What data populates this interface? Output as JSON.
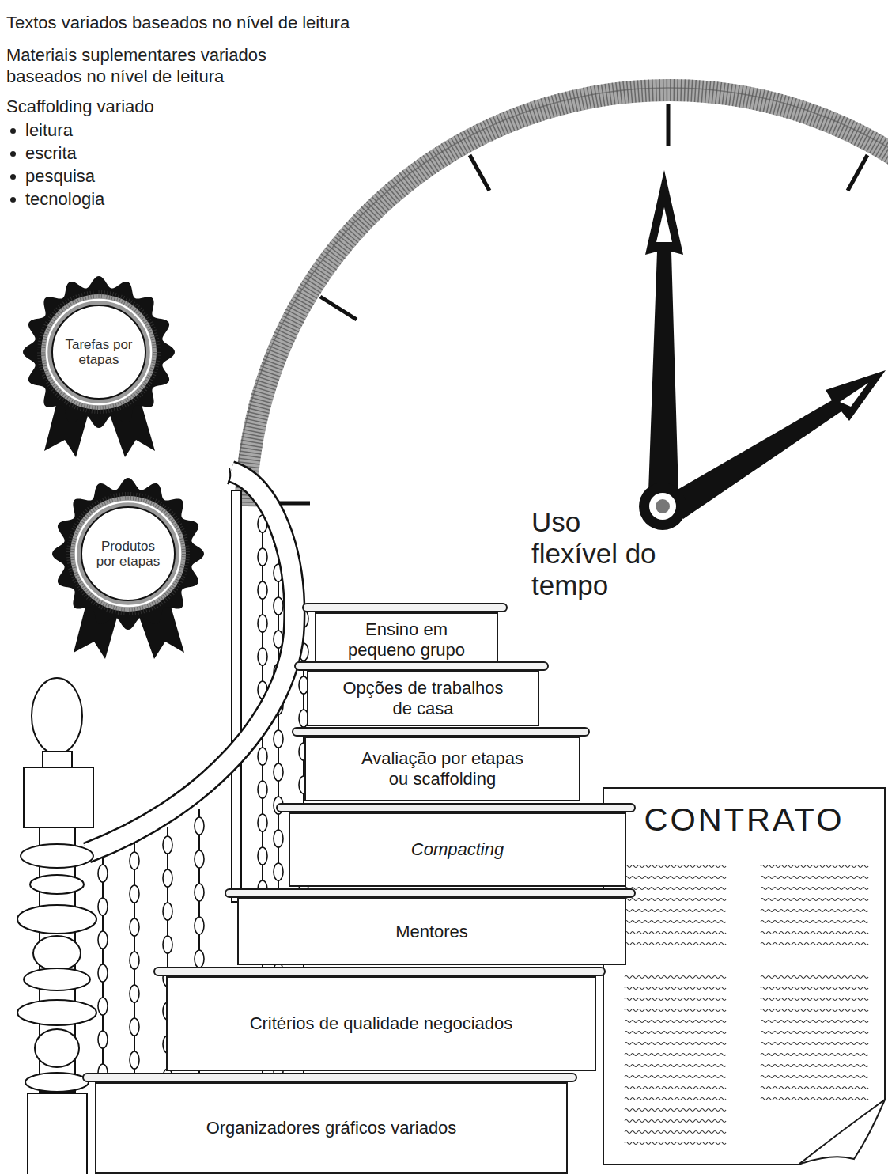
{
  "diagram": {
    "nodes": [
      {
        "text": [
          "Tarefas por etapas"
        ]
      },
      {
        "text": [
          "Produtos por etapas"
        ]
      },
      {
        "text": [
          "Ensino em pequeno grupo"
        ]
      },
      {
        "text": [
          "Opções de trabalhos de casa"
        ]
      },
      {
        "text": [
          "Avaliação por etapas ou scaffolding"
        ]
      },
      {
        "text": [
          "Compacting"
        ]
      },
      {
        "text": [
          "Mentores"
        ]
      },
      {
        "text": [
          "Critérios de qualidade negociados"
        ]
      },
      {
        "text": [
          "Organizadores gráficos variados"
        ]
      },
      {
        "text": [
          "CONTRATO"
        ]
      }
    ],
    "labels": [
      "Textos variados baseados no nível de leitura",
      "Materiais suplementares variados baseados no nível de leitura",
      "Scaffolding variado",
      "leitura",
      "escrita",
      "pesquisa",
      "tecnologia",
      "Uso flexível do tempo"
    ]
  }
}
